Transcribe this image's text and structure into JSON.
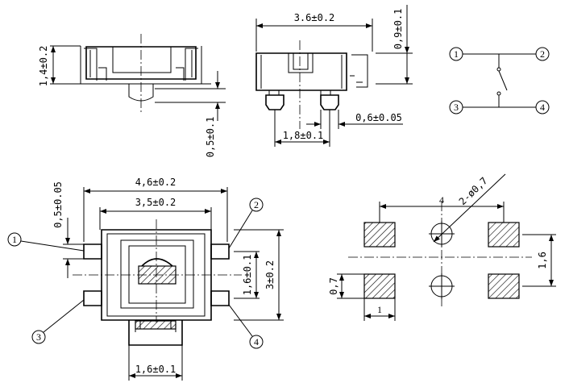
{
  "dimensions": {
    "side_height": "1,4±0.2",
    "side_pin": "0,5±0.1",
    "front_width": "3.6±0.2",
    "front_height": "0,9±0.1",
    "front_pin_pitch": "1,8±0.1",
    "front_pin_width": "0,6±0.05",
    "top_outer": "4,6±0.2",
    "top_inner": "3,5±0.2",
    "top_pin_width": "0,5±0.05",
    "top_pitch": "1,6±0.1",
    "top_height": "3±0.2",
    "top_actuator": "1,6±0.1",
    "fp_pitch": "4",
    "fp_holes": "2-ø0,7",
    "fp_row_pitch": "1,6",
    "fp_pad_h": "0,7",
    "fp_pad_w": "1"
  },
  "pins": [
    "1",
    "2",
    "3",
    "4"
  ]
}
